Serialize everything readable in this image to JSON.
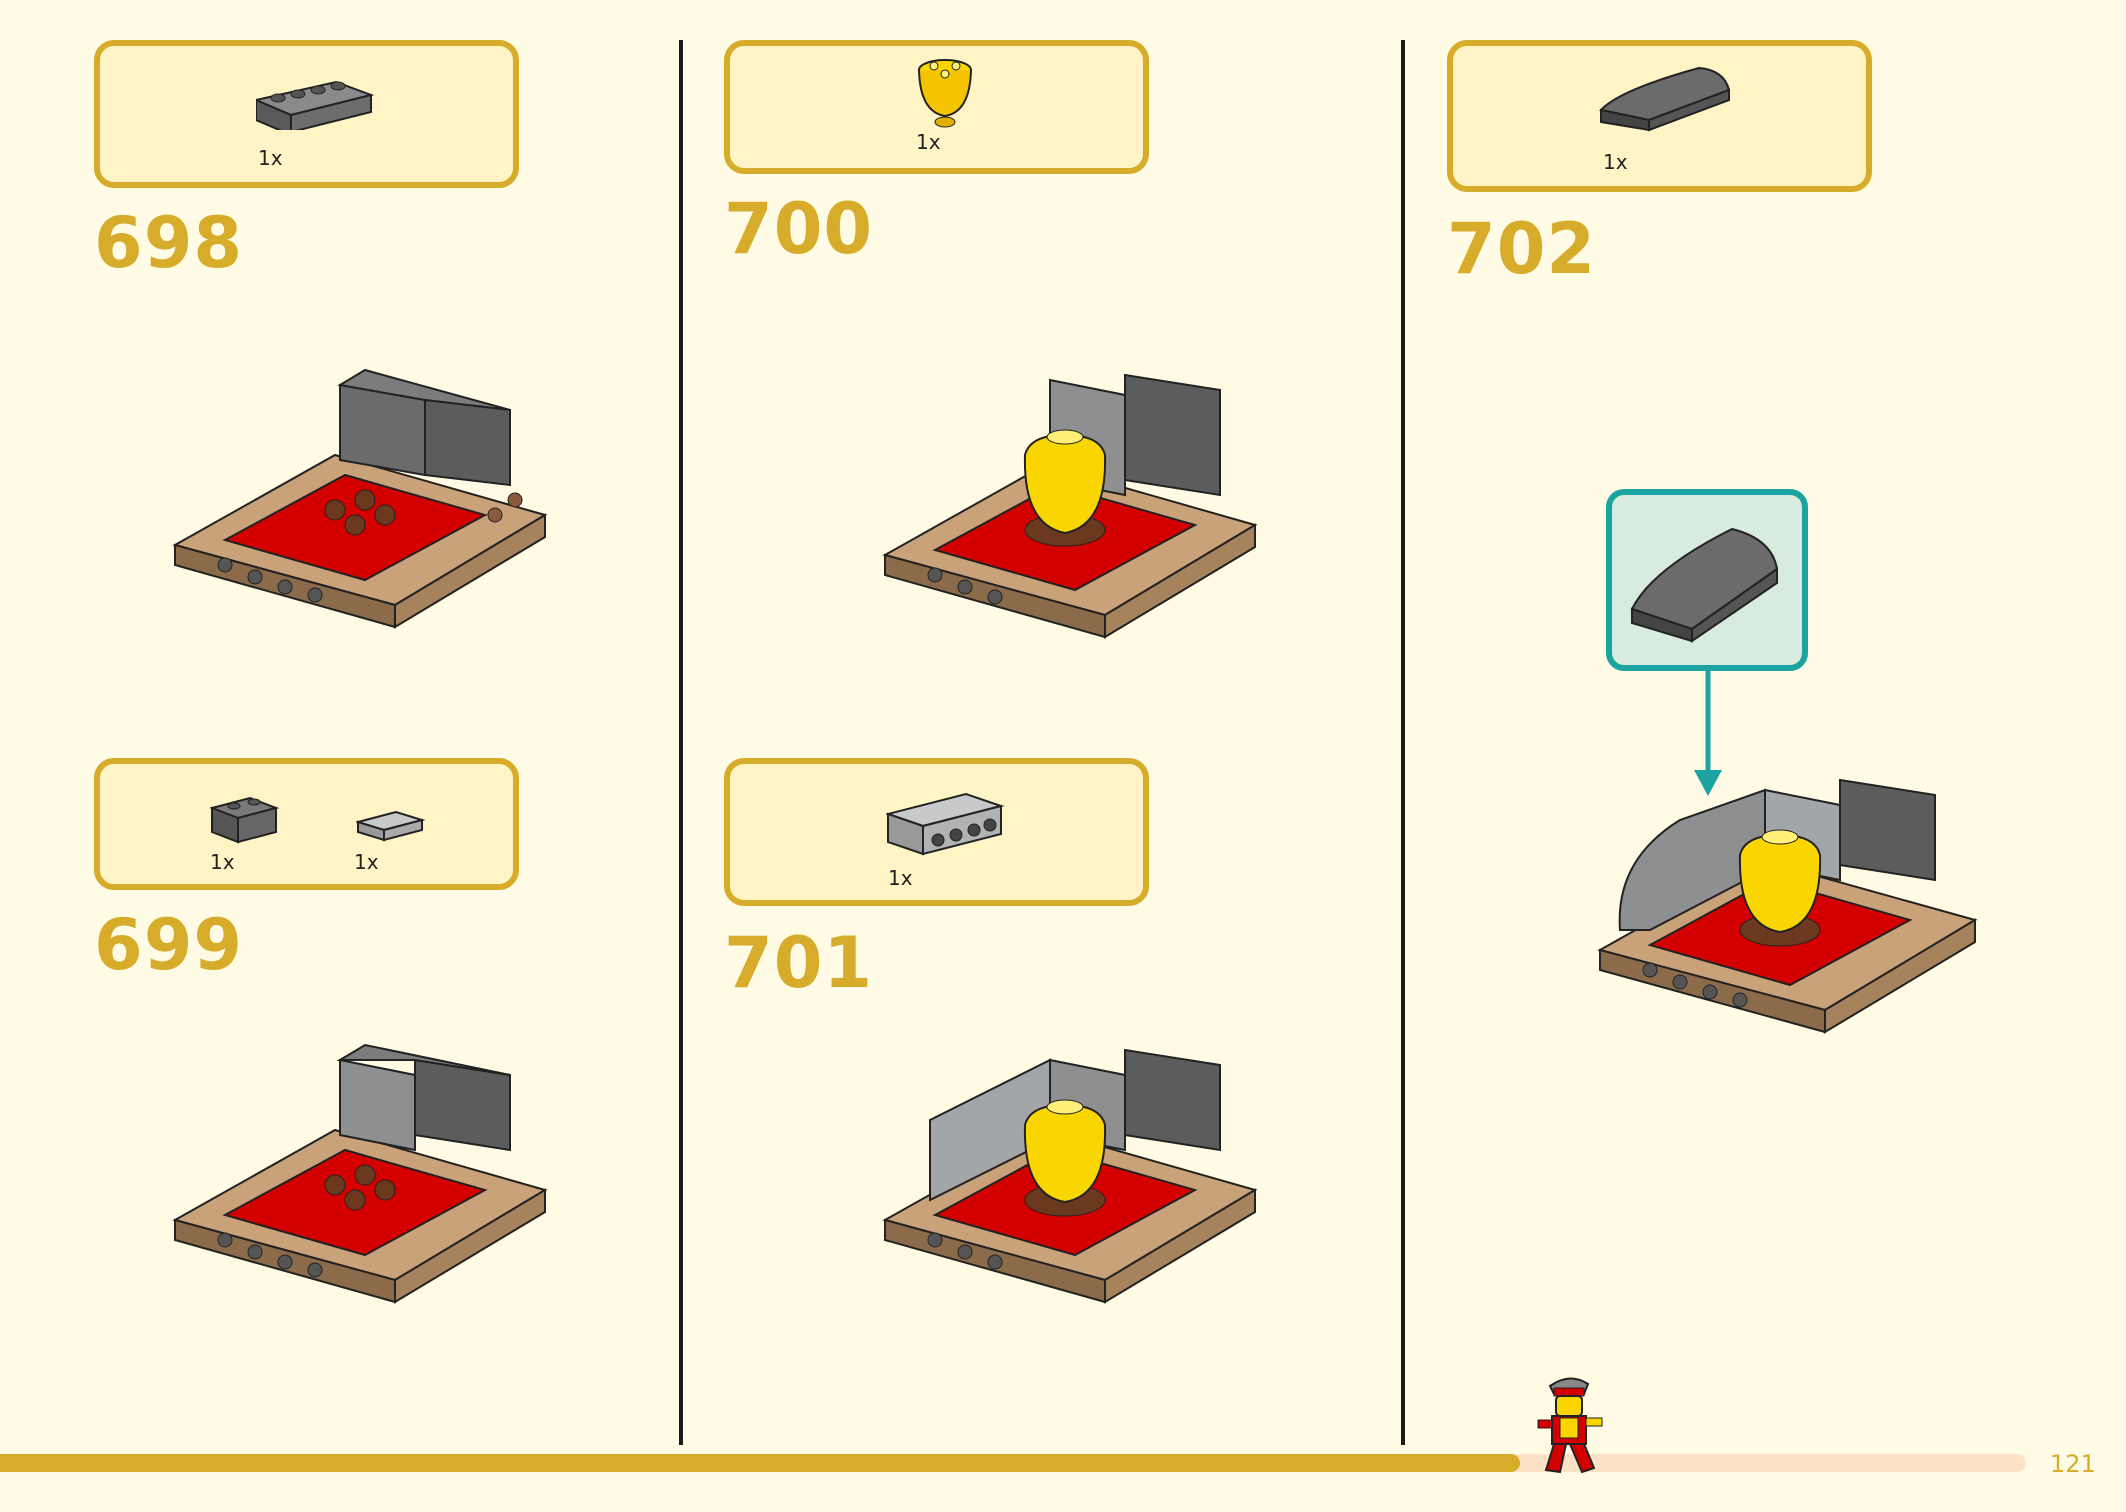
{
  "steps": [
    {
      "number": "698",
      "parts": [
        {
          "qty": "1x"
        }
      ]
    },
    {
      "number": "699",
      "parts": [
        {
          "qty": "1x"
        },
        {
          "qty": "1x"
        }
      ]
    },
    {
      "number": "700",
      "parts": [
        {
          "qty": "1x"
        }
      ]
    },
    {
      "number": "701",
      "parts": [
        {
          "qty": "1x"
        }
      ]
    },
    {
      "number": "702",
      "parts": [
        {
          "qty": "1x"
        }
      ]
    }
  ],
  "progress": {
    "fraction": 0.75
  },
  "page_number": "121",
  "colors": {
    "accent": "#d6ac2a",
    "background": "#fffbe4",
    "callout_fill": "#fff4c6",
    "subassembly_border": "#1aa3a0",
    "brick_red": "#d40000",
    "brick_dark_grey": "#6b6b6b",
    "brick_light_grey": "#a3a6a8",
    "brick_yellow": "#fad600"
  }
}
